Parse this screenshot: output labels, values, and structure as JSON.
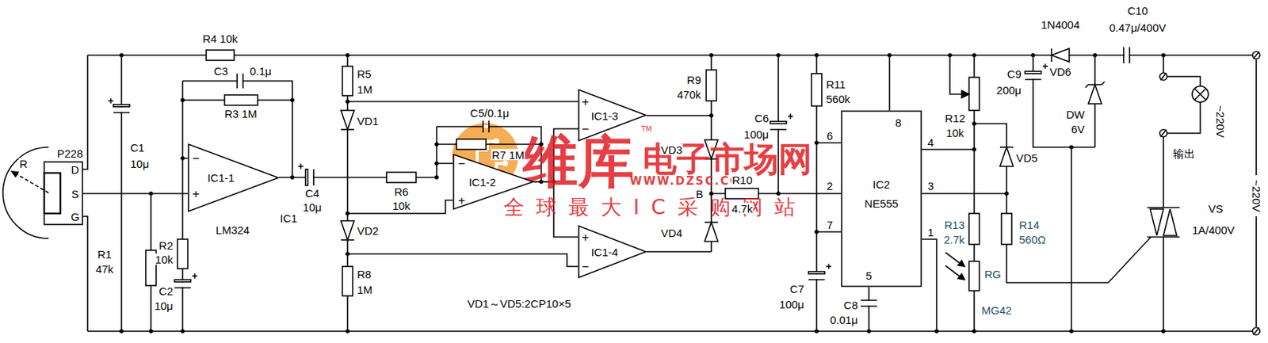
{
  "diagram": {
    "nodes": [
      {
        "text": [
          "IC1-1"
        ]
      },
      {
        "text": [
          "IC1-2"
        ]
      },
      {
        "text": [
          "IC1-3"
        ]
      },
      {
        "text": [
          "IC1-4"
        ]
      },
      {
        "text": [
          "IC2",
          "NE555"
        ]
      }
    ],
    "edges": [
      {
        "from": 1,
        "to": 2,
        "arrow": "none"
      },
      {
        "from": 1,
        "to": 3,
        "arrow": "none"
      }
    ],
    "labels": [
      "R",
      "D",
      "S",
      "G",
      "P228",
      "C1",
      "10μ",
      "R1",
      "47k",
      "R4 10k",
      "C3",
      "0.1μ",
      "R3 1M",
      "−",
      "+",
      "IC1",
      "LM324",
      "R2",
      "10k",
      "C2",
      "10μ",
      "C4",
      "10μ",
      "R5",
      "1M",
      "VD1",
      "VD2",
      "R8",
      "1M",
      "R6",
      "10k",
      "C5/0.1μ",
      "R7 1M",
      "−",
      "+",
      "+",
      "−",
      "+",
      "−",
      "R9",
      "470k",
      "VD3",
      "B",
      "VD4",
      "R10",
      "4.7k",
      "C6",
      "100μ",
      "R11",
      "560k",
      "8",
      "6",
      "2",
      "7",
      "5",
      "4",
      "3",
      "1",
      "C7",
      "100μ",
      "C8",
      "0.01μ",
      "VD1～VD5:2CP10×5",
      "R12",
      "10k",
      "C9",
      "200μ",
      "1N4004",
      "VD6",
      "C10",
      "0.47μ/400V",
      "DW",
      "6V",
      "VD5",
      "R13",
      "2.7k",
      "R14",
      "560Ω",
      "RG",
      "MG42",
      "~220V",
      "输出",
      "VS",
      "1A/400V",
      "~220V",
      "维库",
      "电子市场网",
      "TM",
      "WWW.DZSC.COM",
      "全球最大IC采购网站"
    ]
  }
}
